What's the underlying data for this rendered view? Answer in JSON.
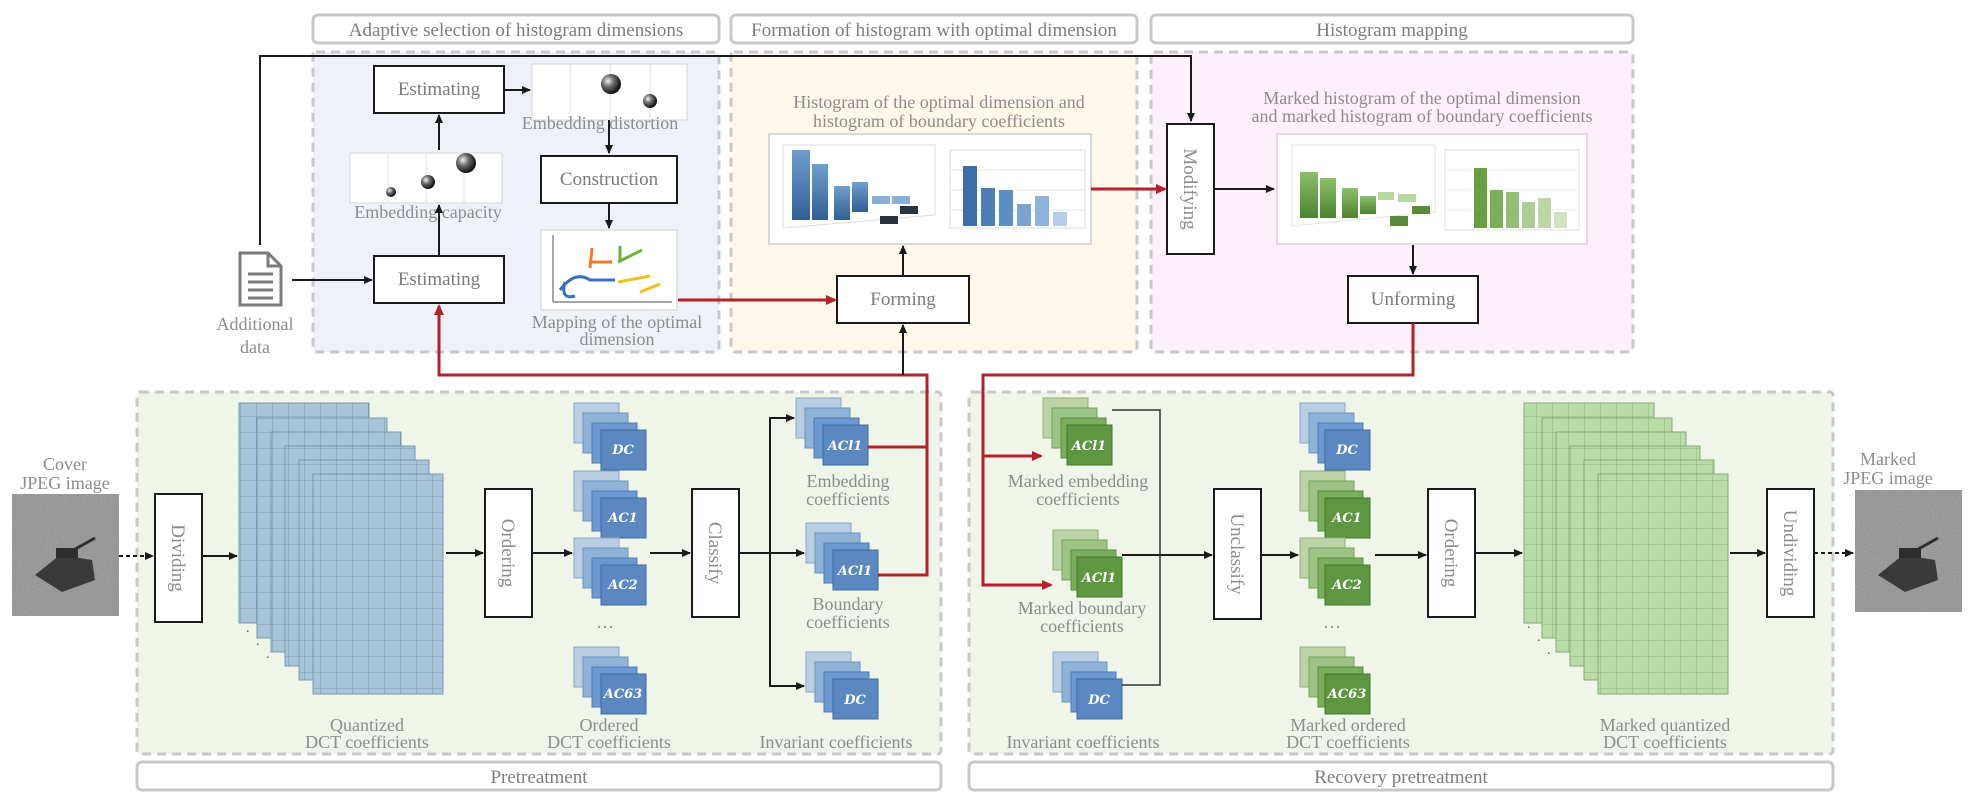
{
  "headers": {
    "adaptive": "Adaptive selection of histogram dimensions",
    "formation": "Formation of histogram with optimal dimension",
    "mapping": "Histogram mapping",
    "pretreatment": "Pretreatment",
    "recovery": "Recovery pretreatment"
  },
  "boxes": {
    "estimating_top": "Estimating",
    "estimating_bottom": "Estimating",
    "construction": "Construction",
    "forming": "Forming",
    "modifying": "Modifying",
    "unforming": "Unforming",
    "dividing": "Dividing",
    "ordering_left": "Ordering",
    "classify": "Classify",
    "unclassify": "Unclassify",
    "ordering_right": "Ordering",
    "undividing": "Undividing"
  },
  "labels": {
    "embedding_distortion": "Embedding distortion",
    "embedding_capacity": "Embedding capacity",
    "mapping_line1": "Mapping of the optimal",
    "mapping_line2": "dimension",
    "additional_line1": "Additional",
    "additional_line2": "data",
    "hist_opt_line1": "Histogram of the optimal dimension and",
    "hist_opt_line2": "histogram of boundary coefficients",
    "marked_hist_line1": "Marked histogram of the optimal dimension",
    "marked_hist_line2": "and marked histogram of boundary coefficients",
    "cover_line1": "Cover",
    "cover_line2": "JPEG image",
    "marked_line1": "Marked",
    "marked_line2": "JPEG image",
    "quantized_line1": "Quantized",
    "quantized_line2": "DCT coefficients",
    "ordered_line1": "Ordered",
    "ordered_line2": "DCT coefficients",
    "embedding_coef_line1": "Embedding",
    "embedding_coef_line2": "coefficients",
    "boundary_coef_line1": "Boundary",
    "boundary_coef_line2": "coefficients",
    "invariant_left": "Invariant coefficients",
    "marked_embed_line1": "Marked embedding",
    "marked_embed_line2": "coefficients",
    "marked_boundary_line1": "Marked boundary",
    "marked_boundary_line2": "coefficients",
    "invariant_right": "Invariant coefficients",
    "marked_ordered_line1": "Marked ordered",
    "marked_ordered_line2": "DCT coefficients",
    "marked_quant_line1": "Marked quantized",
    "marked_quant_line2": "DCT coefficients",
    "ellipsis": "…"
  },
  "coef_tags": {
    "dc": "DC",
    "ac1": "AC1",
    "ac2": "AC2",
    "ac63": "AC63",
    "acl1": "ACl1"
  },
  "colors": {
    "panel_blue": "#eef2f8",
    "panel_yellow": "#fdf8ea",
    "panel_pink": "#fcf0fb",
    "panel_green": "#f0f5ea",
    "grid_blue": "#a8c4d9",
    "grid_green": "#b9dca8",
    "red_arrow": "#b5202a"
  },
  "icons": [
    "document-icon",
    "sphere-icon",
    "tank-image"
  ]
}
